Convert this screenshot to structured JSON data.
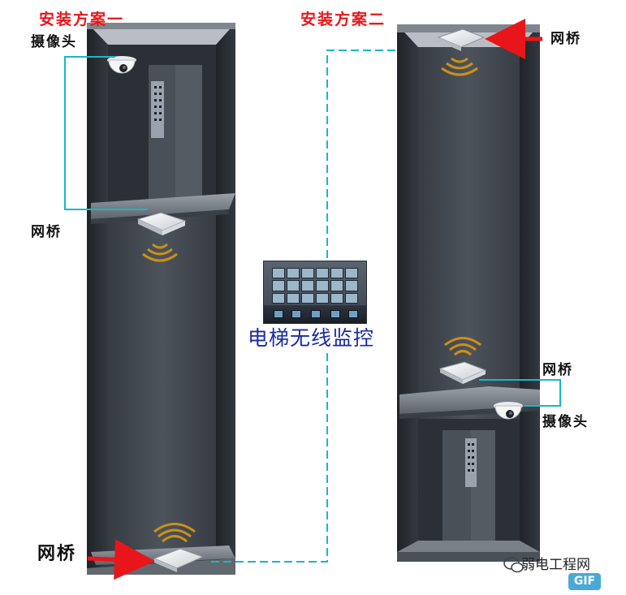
{
  "plan_one": {
    "title": "安装方案一",
    "camera_label": "摄像头",
    "bridge_label": "网桥",
    "bottom_bridge_label": "网桥"
  },
  "plan_two": {
    "title": "安装方案二",
    "top_bridge_label": "网桥",
    "car_bridge_label": "网桥",
    "camera_label": "摄像头"
  },
  "center": {
    "caption": "电梯无线监控"
  },
  "watermark": {
    "text": "弱电工程网",
    "badge": "GIF"
  },
  "colors": {
    "title_red": "#e8161b",
    "caption_blue": "#1a2aa6",
    "link_cyan": "#19b7c9",
    "shaft_dark": "#3a3f46"
  },
  "icons": [
    "dome-camera-icon",
    "wireless-bridge-icon",
    "signal-waves-icon",
    "wechat-icon"
  ]
}
